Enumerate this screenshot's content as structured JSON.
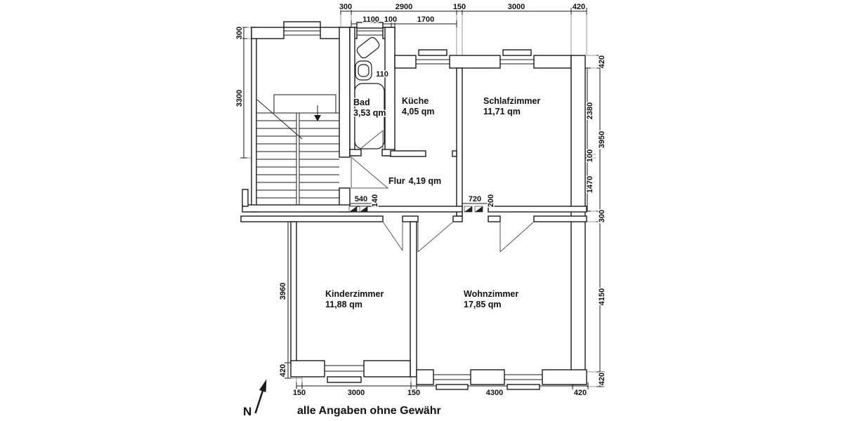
{
  "disclaimer": "alle Angaben ohne Gewähr",
  "compass": {
    "label": "N"
  },
  "rooms": {
    "bad": {
      "name": "Bad",
      "area": "3,53 qm"
    },
    "kueche": {
      "name": "Küche",
      "area": "4,05 qm"
    },
    "schlafzimmer": {
      "name": "Schlafzimmer",
      "area": "11,71 qm"
    },
    "flur": {
      "name": "Flur",
      "area": "4,19 qm"
    },
    "kinderzimmer": {
      "name": "Kinderzimmer",
      "area": "11,88 qm"
    },
    "wohnzimmer": {
      "name": "Wohnzimmer",
      "area": "17,85 qm"
    }
  },
  "dimensions": {
    "top_outer": [
      "300",
      "2900",
      "150",
      "3000",
      "420"
    ],
    "top_inner": [
      "1100",
      "100",
      "1700"
    ],
    "left_upper": [
      "300",
      "3300"
    ],
    "left_lower": [
      "3960",
      "420"
    ],
    "right_inner": [
      "2380",
      "100",
      "1470"
    ],
    "right_outer": [
      "420",
      "3950",
      "300",
      "4150",
      "420"
    ],
    "bottom": [
      "150",
      "3000",
      "150",
      "4300",
      "420"
    ],
    "detail": {
      "bath": "110",
      "entry_width": "540",
      "entry_wall": "140",
      "living_width": "720",
      "living_wall": "200"
    }
  },
  "colors": {
    "line": "#1a1a1a",
    "extension": "#9a9a9a",
    "background": "#ffffff"
  }
}
